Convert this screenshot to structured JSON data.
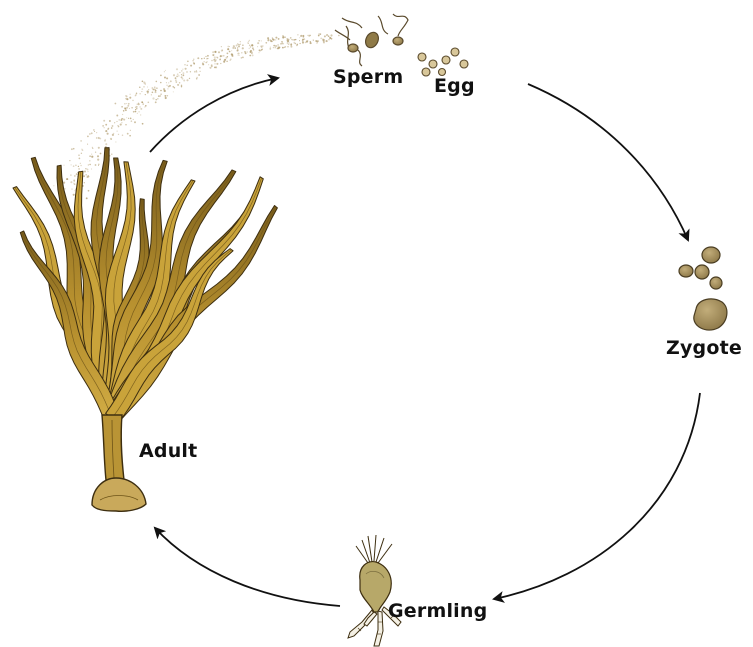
{
  "diagram": {
    "stages": {
      "sperm": "Sperm",
      "egg": "Egg",
      "zygote": "Zygote",
      "germling": "Germling",
      "adult": "Adult"
    },
    "colors": {
      "frond_light": "#c9a33a",
      "frond_dark": "#6e5418",
      "frond_outline": "#3d2e10",
      "cell_fill": "#a9935f",
      "cell_outline": "#4a3d22",
      "arrow": "#111111",
      "spore_dust": "#b4a074"
    },
    "icons": [
      "sperm-cell-icon",
      "egg-cell-icon",
      "zygote-icon",
      "germling-icon",
      "adult-kelp-icon"
    ]
  }
}
